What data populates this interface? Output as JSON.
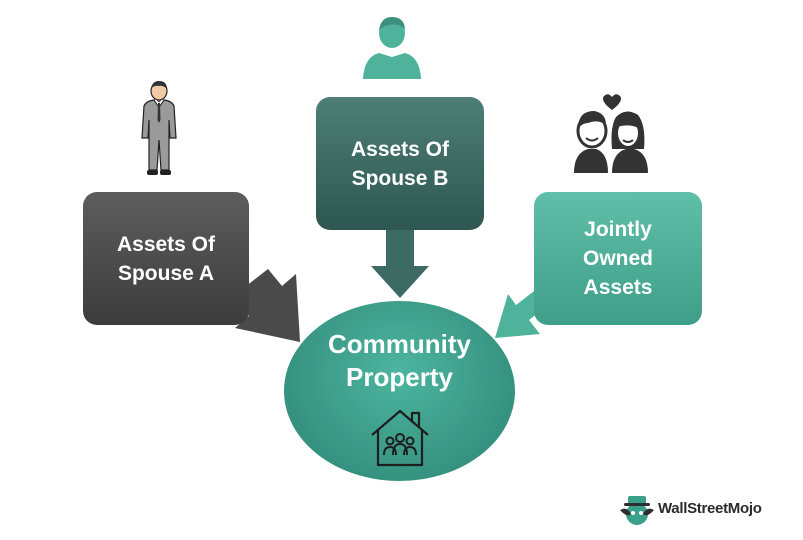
{
  "nodes": {
    "spouse_a": {
      "line1": "Assets Of",
      "line2": "Spouse A"
    },
    "spouse_b": {
      "line1": "Assets Of",
      "line2": "Spouse B"
    },
    "joint": {
      "line1": "Jointly",
      "line2": "Owned",
      "line3": "Assets"
    },
    "community": {
      "line1": "Community",
      "line2": "Property"
    }
  },
  "icons": {
    "spouse_a": "man-in-suit-icon",
    "spouse_b": "person-bust-icon",
    "joint": "couple-heart-icon",
    "community": "house-family-icon",
    "brand": "wallstreetmojo-logo-icon"
  },
  "colors": {
    "spouse_a_box": "#4a4a4a",
    "spouse_b_box": "#3d6b64",
    "joint_box": "#4fb39c",
    "community_ellipse": "#3aa08a",
    "arrow_a": "#4a4a4a",
    "arrow_b": "#3d6b64",
    "arrow_joint": "#4fb39c"
  },
  "brand": {
    "text": "WallStreetMojo"
  }
}
